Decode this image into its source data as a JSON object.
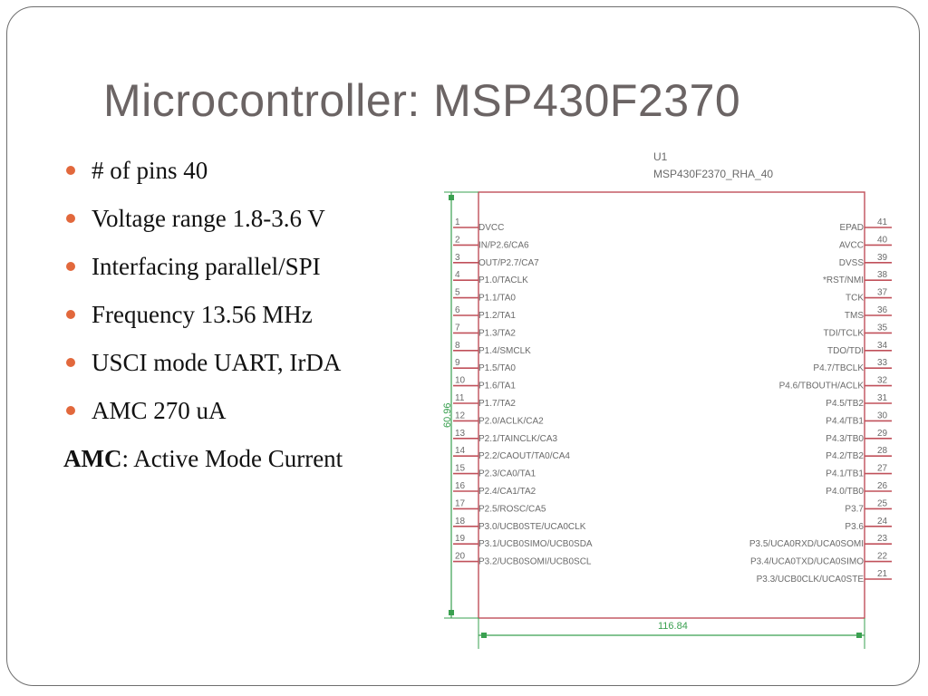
{
  "slide": {
    "title": "Microcontroller: MSP430F2370",
    "bullets": [
      "# of pins 40",
      "Voltage range 1.8-3.6 V",
      "Interfacing parallel/SPI",
      "Frequency 13.56 MHz",
      "USCI mode UART, IrDA",
      "AMC 270 uA"
    ],
    "note": {
      "term": "AMC",
      "definition": ": Active Mode Current"
    },
    "bullet_color": "#e2683c"
  },
  "schematic": {
    "ref": "U1",
    "part": "MSP430F2370_RHA_40",
    "left_pins": [
      {
        "num": "1",
        "name": "DVCC"
      },
      {
        "num": "2",
        "name": "IN/P2.6/CA6"
      },
      {
        "num": "3",
        "name": "OUT/P2.7/CA7"
      },
      {
        "num": "4",
        "name": "P1.0/TACLK"
      },
      {
        "num": "5",
        "name": "P1.1/TA0"
      },
      {
        "num": "6",
        "name": "P1.2/TA1"
      },
      {
        "num": "7",
        "name": "P1.3/TA2"
      },
      {
        "num": "8",
        "name": "P1.4/SMCLK"
      },
      {
        "num": "9",
        "name": "P1.5/TA0"
      },
      {
        "num": "10",
        "name": "P1.6/TA1"
      },
      {
        "num": "11",
        "name": "P1.7/TA2"
      },
      {
        "num": "12",
        "name": "P2.0/ACLK/CA2"
      },
      {
        "num": "13",
        "name": "P2.1/TAINCLK/CA3"
      },
      {
        "num": "14",
        "name": "P2.2/CAOUT/TA0/CA4"
      },
      {
        "num": "15",
        "name": "P2.3/CA0/TA1"
      },
      {
        "num": "16",
        "name": "P2.4/CA1/TA2"
      },
      {
        "num": "17",
        "name": "P2.5/ROSC/CA5"
      },
      {
        "num": "18",
        "name": "P3.0/UCB0STE/UCA0CLK"
      },
      {
        "num": "19",
        "name": "P3.1/UCB0SIMO/UCB0SDA"
      },
      {
        "num": "20",
        "name": "P3.2/UCB0SOMI/UCB0SCL"
      }
    ],
    "right_pins": [
      {
        "num": "41",
        "name": "EPAD"
      },
      {
        "num": "40",
        "name": "AVCC"
      },
      {
        "num": "39",
        "name": "DVSS"
      },
      {
        "num": "38",
        "name": "*RST/NMI"
      },
      {
        "num": "37",
        "name": "TCK"
      },
      {
        "num": "36",
        "name": "TMS"
      },
      {
        "num": "35",
        "name": "TDI/TCLK"
      },
      {
        "num": "34",
        "name": "TDO/TDI"
      },
      {
        "num": "33",
        "name": "P4.7/TBCLK"
      },
      {
        "num": "32",
        "name": "P4.6/TBOUTH/ACLK"
      },
      {
        "num": "31",
        "name": "P4.5/TB2"
      },
      {
        "num": "30",
        "name": "P4.4/TB1"
      },
      {
        "num": "29",
        "name": "P4.3/TB0"
      },
      {
        "num": "28",
        "name": "P4.2/TB2"
      },
      {
        "num": "27",
        "name": "P4.1/TB1"
      },
      {
        "num": "26",
        "name": "P4.0/TB0"
      },
      {
        "num": "25",
        "name": "P3.7"
      },
      {
        "num": "24",
        "name": "P3.6"
      },
      {
        "num": "23",
        "name": "P3.5/UCA0RXD/UCA0SOMI"
      },
      {
        "num": "22",
        "name": "P3.4/UCA0TXD/UCA0SIMO"
      },
      {
        "num": "21",
        "name": "P3.3/UCB0CLK/UCA0STE"
      }
    ],
    "height_dim": "60.96",
    "width_dim": "116.84",
    "colors": {
      "body": "#c0505a",
      "pin": "#c0505a",
      "dim": "#3aa050",
      "text": "#6a6a6a"
    }
  }
}
